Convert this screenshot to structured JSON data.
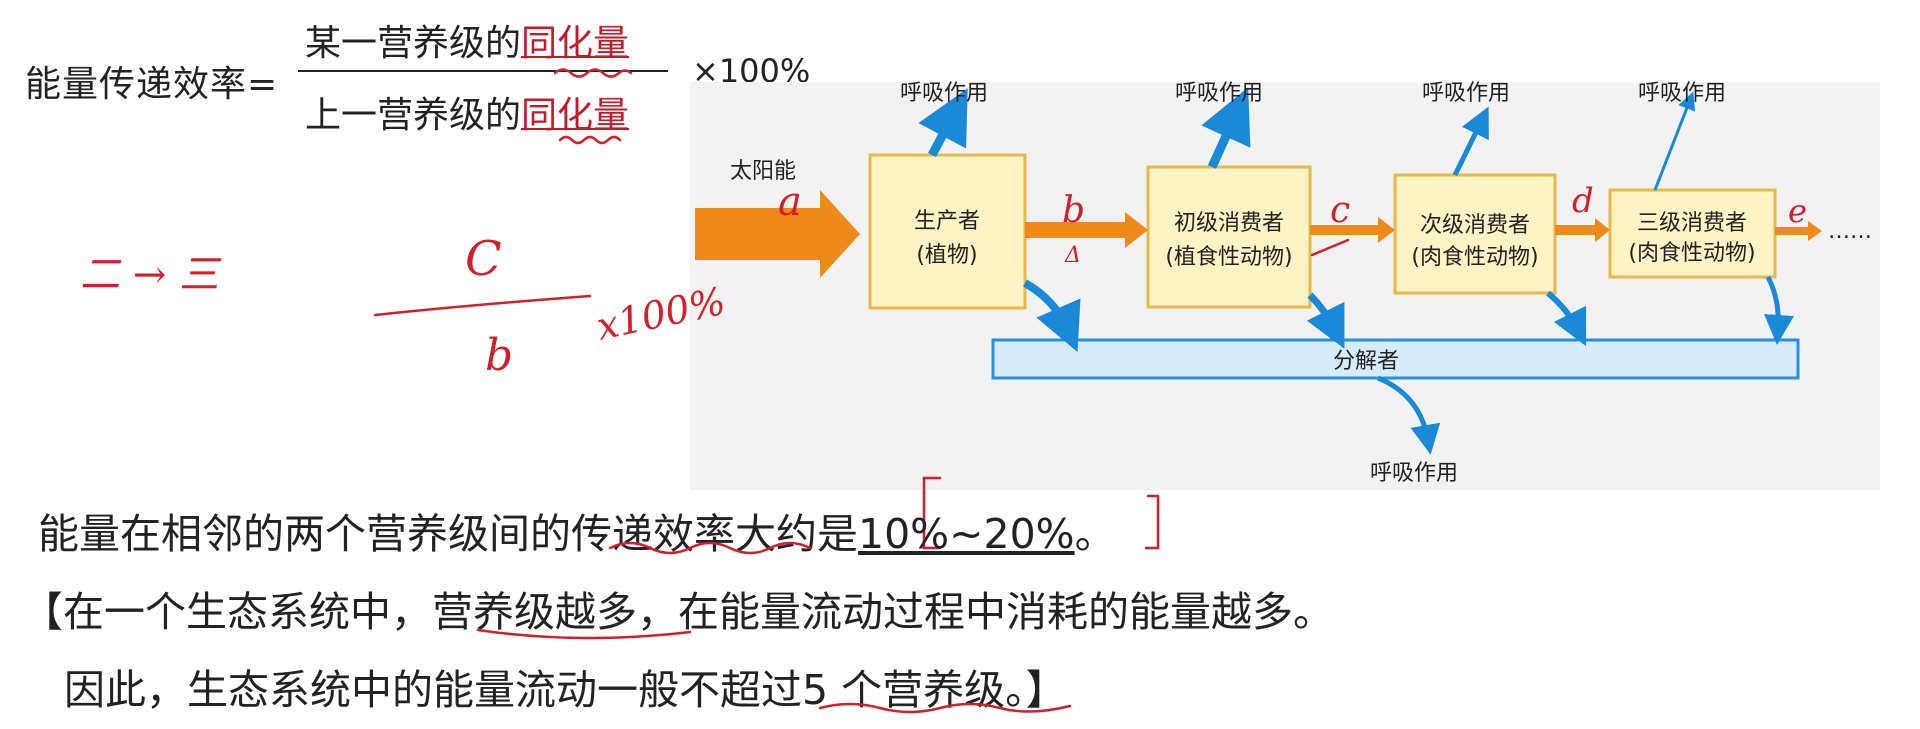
{
  "formula": {
    "label": "能量传递效率=",
    "numerator_pre": "某一营养级的",
    "numerator_hl": "同化量",
    "denominator_pre": "上一营养级的",
    "denominator_hl": "同化量",
    "multiplier": "×100%"
  },
  "diagram": {
    "sun_label": "太阳能",
    "resp_label": "呼吸作用",
    "producer": [
      "生产者",
      "(植物)"
    ],
    "primary": [
      "初级消费者",
      "(植食性动物)"
    ],
    "secondary": [
      "次级消费者",
      "(肉食性动物)"
    ],
    "tertiary": [
      "三级消费者",
      "(肉食性动物)"
    ],
    "decomposer": "分解者",
    "ellipsis": "……",
    "colors": {
      "box_fill": "#fdf3c4",
      "box_border": "#e6b94a",
      "arrow_orange": "#ef8a1a",
      "arrow_blue": "#1a8ad8",
      "decomp_fill": "#d7ecfa",
      "decomp_border": "#2a8fe0",
      "ink_red": "#d0202a"
    }
  },
  "handwriting": {
    "a": "a",
    "b": "b",
    "c": "c",
    "d": "d",
    "e": "e",
    "small_mark": "Δ",
    "two_to_three": "二 → 三",
    "frac_num": "C",
    "frac_den": "b",
    "frac_mult": "x100%"
  },
  "text": {
    "line1_pre": "能量在相邻的两个营养级间的传递效率大约是",
    "line1_val": "10%~20%",
    "line1_end": "。",
    "line2": "【在一个生态系统中，营养级越多，在能量流动过程中消耗的能量越多。",
    "line3": "因此，生态系统中的能量流动一般不超过5 个营养级。】"
  }
}
